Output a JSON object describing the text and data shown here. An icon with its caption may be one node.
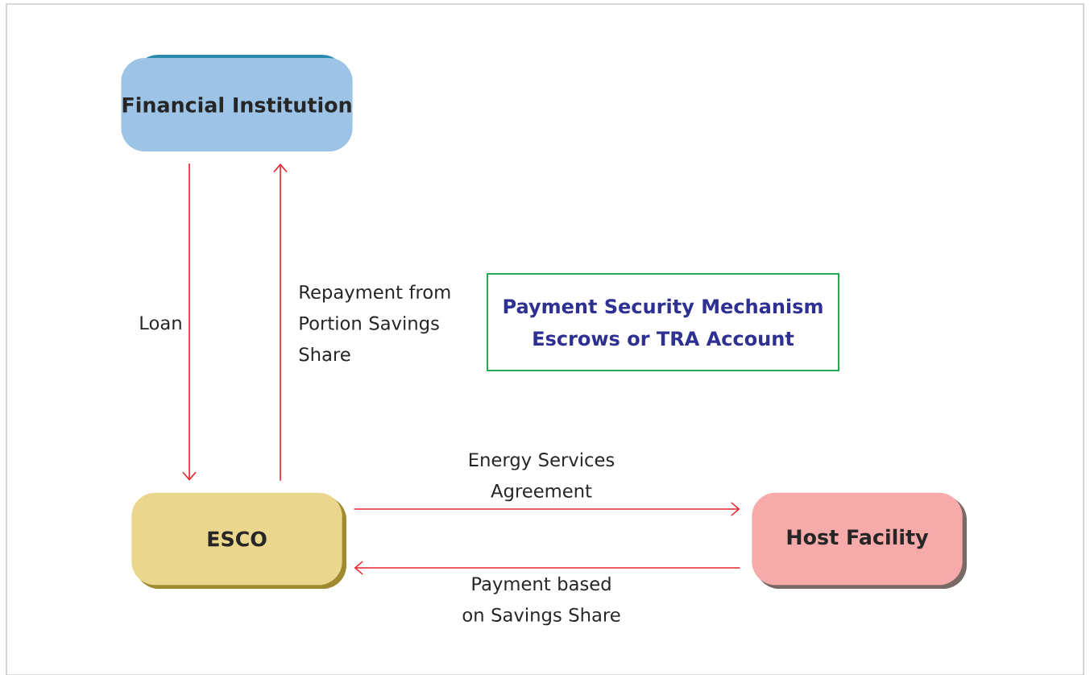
{
  "diagram": {
    "nodes": [
      {
        "text": [
          "Financial Institution"
        ]
      },
      {
        "text": [
          "ESCO"
        ]
      },
      {
        "text": [
          "Host Facility"
        ]
      },
      {
        "text": [
          "Payment Security Mechanism",
          "Escrows or TRA Account"
        ]
      }
    ],
    "edges": [
      {
        "from": 0,
        "to": 1,
        "arrow": "to",
        "label": "Loan"
      },
      {
        "from": 1,
        "to": 0,
        "arrow": "to",
        "label": "Repayment from Portion Savings Share"
      },
      {
        "from": 1,
        "to": 2,
        "arrow": "to",
        "label": "Energy Services Agreement"
      },
      {
        "from": 2,
        "to": 1,
        "arrow": "to",
        "label": "Payment based on Savings Share"
      }
    ]
  }
}
